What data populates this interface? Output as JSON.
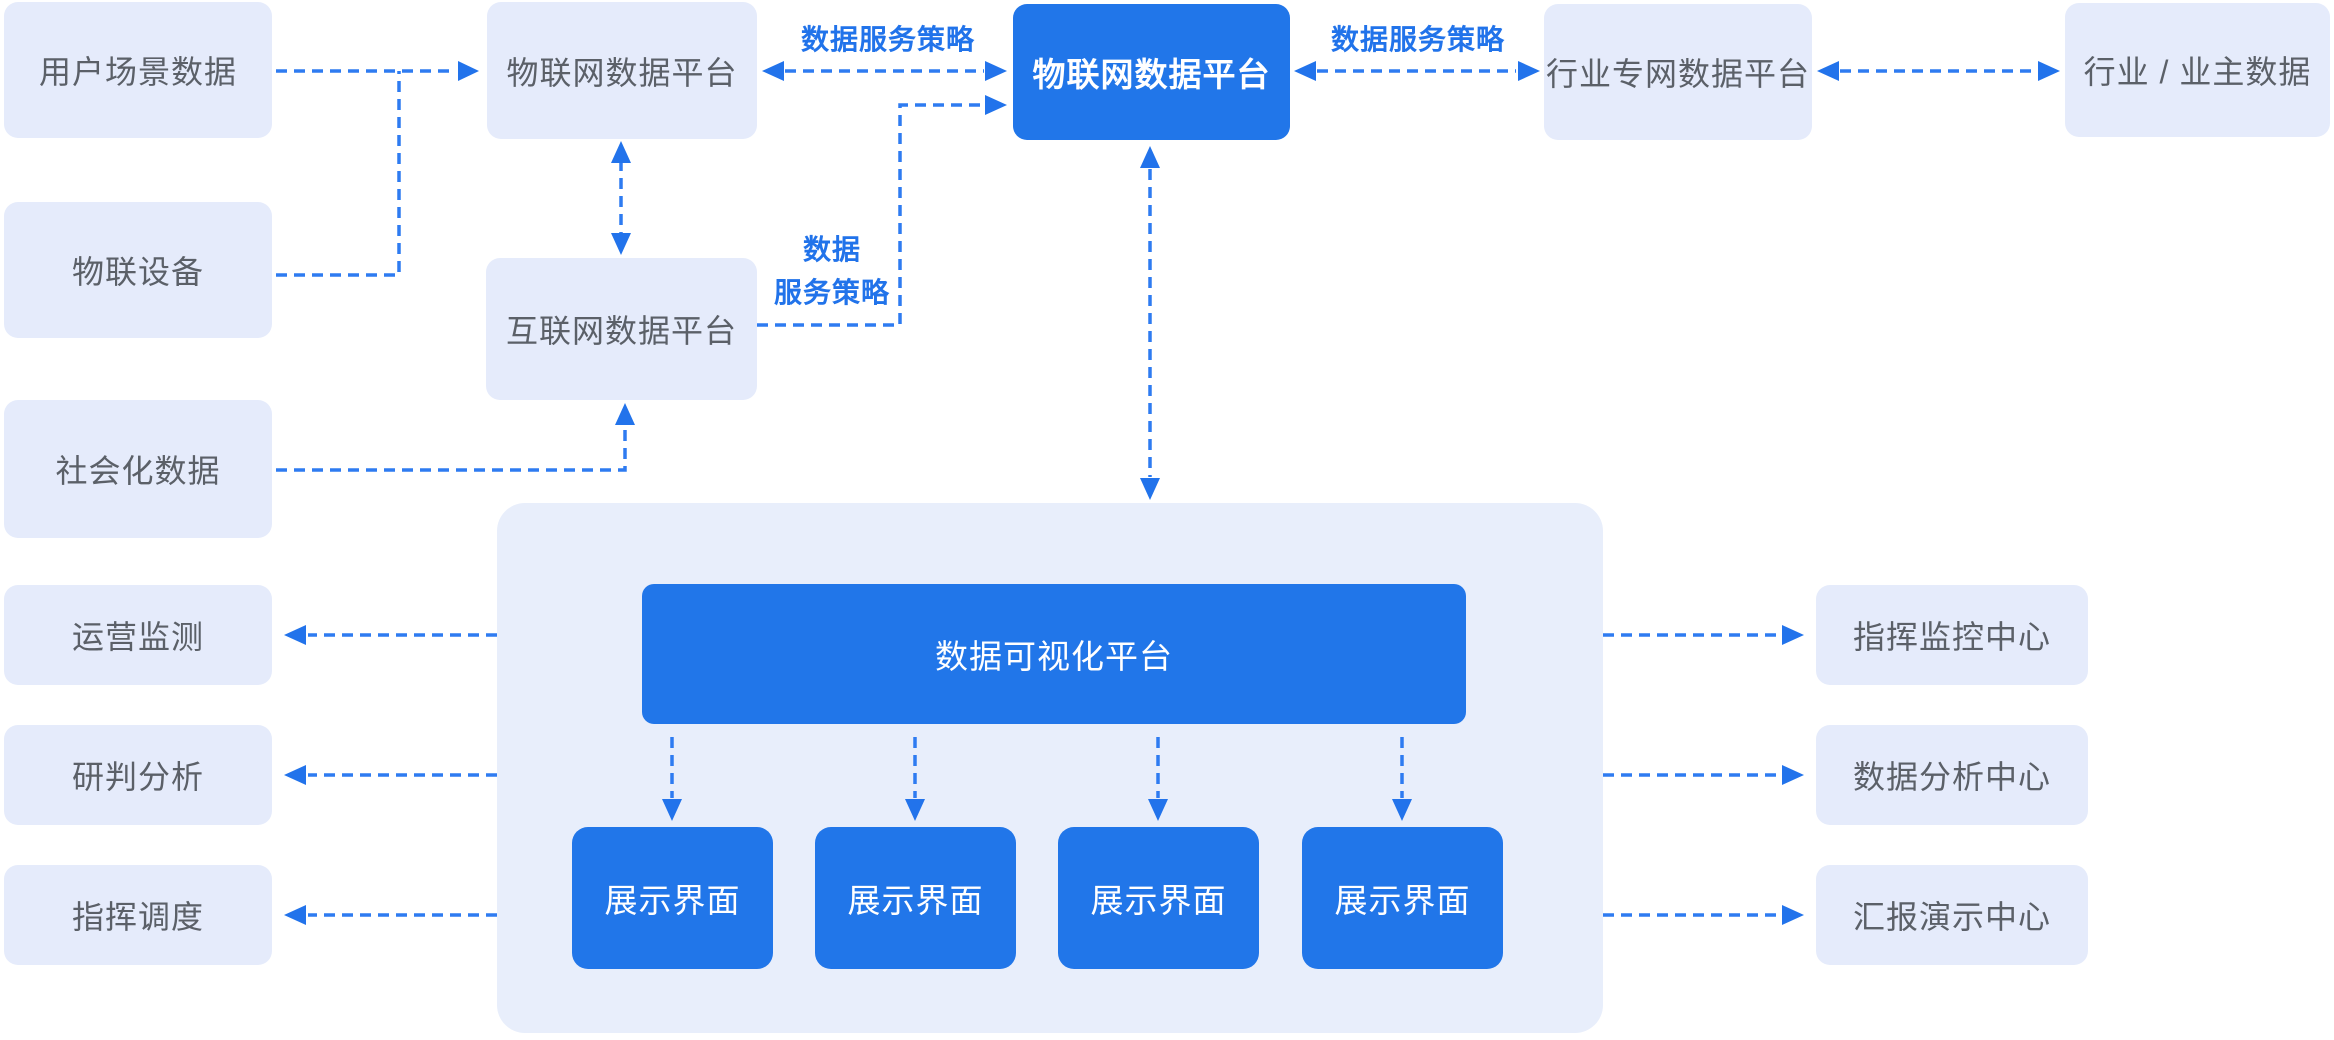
{
  "diagram": {
    "nodes": {
      "user_scene_data": "用户场景数据",
      "iot_devices": "物联设备",
      "social_data": "社会化数据",
      "operation_monitoring": "运营监测",
      "research_analysis": "研判分析",
      "command_dispatch": "指挥调度",
      "iot_platform_edge": "物联网数据平台",
      "internet_platform": "互联网数据平台",
      "iot_platform_core": "物联网数据平台",
      "industry_private_platform": "行业专网数据平台",
      "industry_owner_data": "行业 / 业主数据",
      "visualization_platform": "数据可视化平台",
      "display_interface": "展示界面",
      "command_monitor_center": "指挥监控中心",
      "data_analysis_center": "数据分析中心",
      "report_presentation_center": "汇报演示中心"
    },
    "edge_labels": {
      "service_policy_left": "数据服务策略",
      "service_policy_right": "数据服务策略",
      "service_policy_mid_line1": "数据",
      "service_policy_mid_line2": "服务策略"
    },
    "colors": {
      "node_blue": "#2176E9",
      "node_light": "#E5EBFB",
      "container_light": "#E8EEFB",
      "arrow_blue": "#2E7BF1",
      "arrowhead_blue": "#2273EB",
      "label_blue": "#2173EA",
      "node_text_gray": "#5B6068",
      "node_text_white": "#FFFFFF"
    }
  }
}
